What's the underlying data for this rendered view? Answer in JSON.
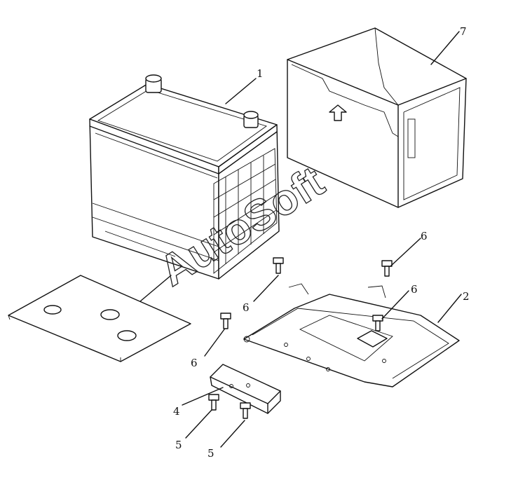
{
  "diagram": {
    "watermark": "AutoSoft",
    "callouts": [
      {
        "id": "c1",
        "label": "1"
      },
      {
        "id": "c2",
        "label": "2"
      },
      {
        "id": "c4",
        "label": "4"
      },
      {
        "id": "c5a",
        "label": "5"
      },
      {
        "id": "c5b",
        "label": "5"
      },
      {
        "id": "c6a",
        "label": "6"
      },
      {
        "id": "c6b",
        "label": "6"
      },
      {
        "id": "c6c",
        "label": "6"
      },
      {
        "id": "c6d",
        "label": "6"
      },
      {
        "id": "c7",
        "label": "7"
      }
    ]
  }
}
